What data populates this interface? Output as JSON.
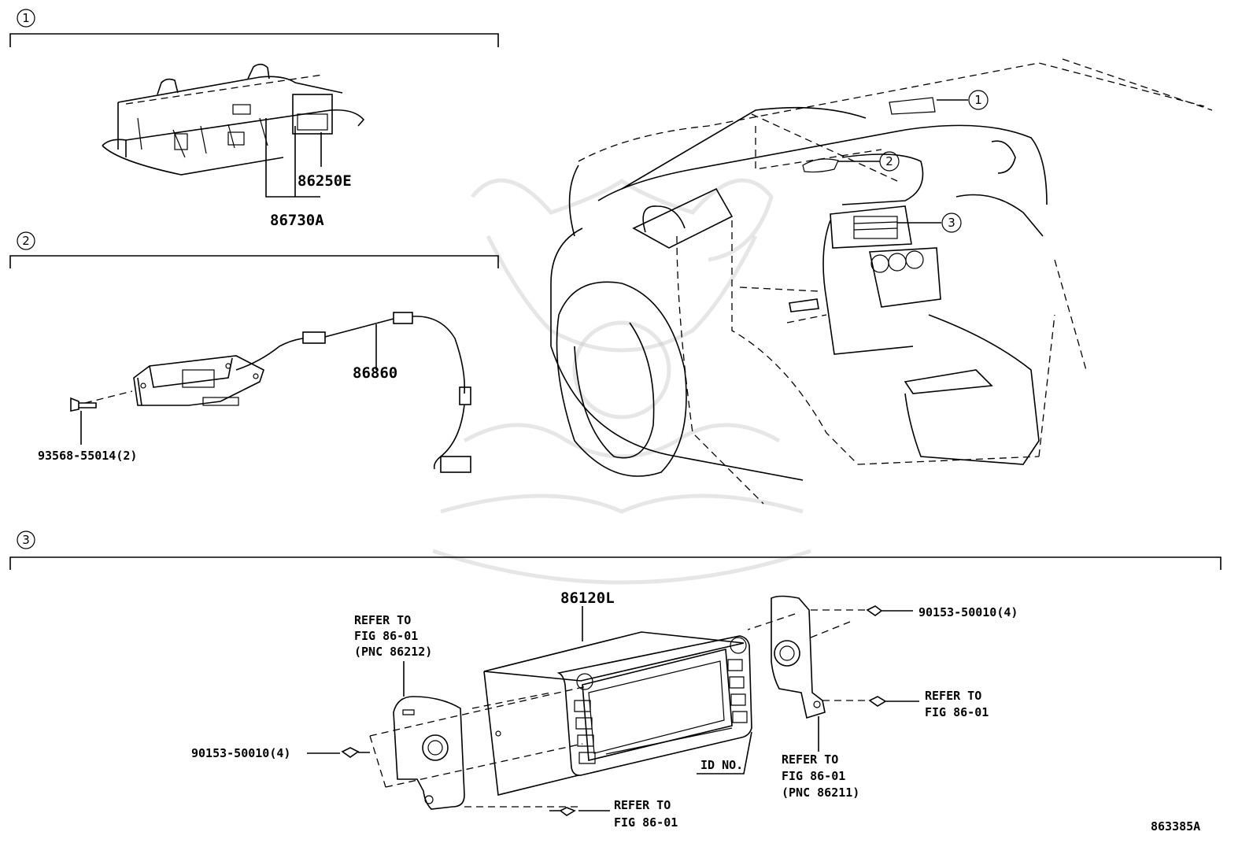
{
  "sections": [
    {
      "marker": "1"
    },
    {
      "marker": "2"
    },
    {
      "marker": "3"
    }
  ],
  "overview_markers": [
    "1",
    "2",
    "3"
  ],
  "section1": {
    "parts": [
      "86250E",
      "86730A"
    ]
  },
  "section2": {
    "parts": [
      "86860",
      "93568-55014(2)"
    ]
  },
  "section3": {
    "main_part": "86120L",
    "refer_left_top": [
      "REFER TO",
      "FIG 86-01",
      "(PNC 86212)"
    ],
    "bolt_left": "90153-50010(4)",
    "refer_bottom": [
      "REFER TO",
      "FIG 86-01"
    ],
    "id_no": "ID NO.",
    "refer_right_bottom": [
      "REFER TO",
      "FIG 86-01",
      "(PNC 86211)"
    ],
    "bolt_right_top": "90153-50010(4)",
    "refer_right_mid": [
      "REFER TO",
      "FIG 86-01"
    ]
  },
  "figure_code": "863385A"
}
